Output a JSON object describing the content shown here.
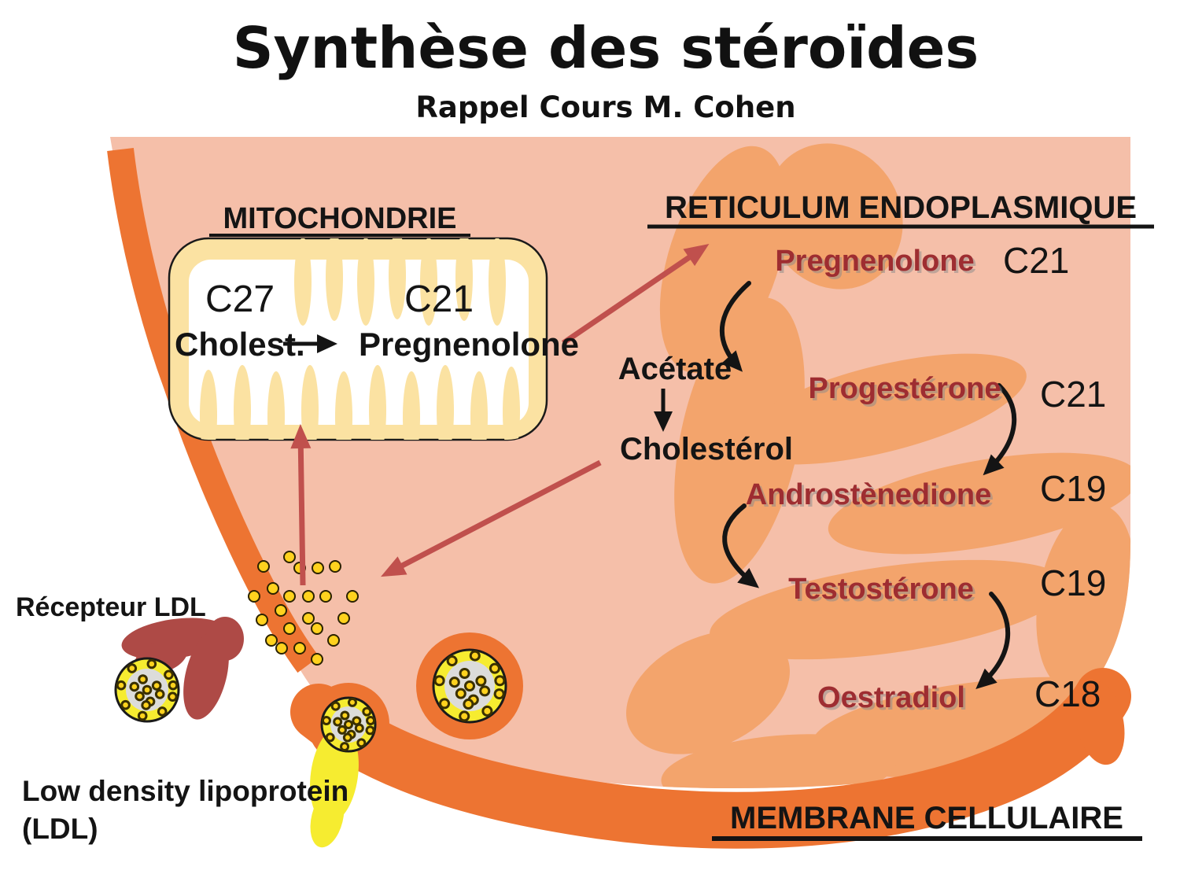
{
  "title": "Synthèse des stéroïdes",
  "subtitle": "Rappel Cours M. Cohen",
  "organelles": {
    "mitochondrion": {
      "heading": "MITOCHONDRIE",
      "c27": "C27",
      "c21": "C21",
      "substrate": "Cholest.",
      "product": "Pregnenolone"
    },
    "endoplasmic_reticulum": {
      "heading": "RETICULUM ENDOPLASMIQUE"
    },
    "cell_membrane": {
      "heading": "MEMBRANE CELLULAIRE"
    }
  },
  "cytoplasm": {
    "acetate": "Acétate",
    "cholesterol": "Cholestérol"
  },
  "pathway": {
    "steps": [
      {
        "name": "Pregnenolone",
        "carbons": "C21"
      },
      {
        "name": "Progestérone",
        "carbons": "C21"
      },
      {
        "name": "Androstènedione",
        "carbons": "C19"
      },
      {
        "name": "Testostérone",
        "carbons": "C19"
      },
      {
        "name": "Oestradiol",
        "carbons": "C18"
      }
    ]
  },
  "labels": {
    "ldl_receptor": "Récepteur LDL",
    "ldl_line1": "Low density lipoprotein",
    "ldl_line2": "(LDL)"
  },
  "colors": {
    "cell_body": "#F5BFA9",
    "membrane_orange": "#ED7432",
    "er_orange": "#F3A46C",
    "mito_fill": "#FBE2A2",
    "cristae_white": "#FFFFFF",
    "vesicle_yellow": "#F6EC30",
    "vesicle_core_gray": "#DCDCDA",
    "cholesterol_dot_yellow": "#FFD21E",
    "receptor_maroon": "#AE4A46",
    "arrow_red": "#C0504D",
    "arrow_black": "#141414",
    "hormone_text_red": "#9E2D31"
  }
}
